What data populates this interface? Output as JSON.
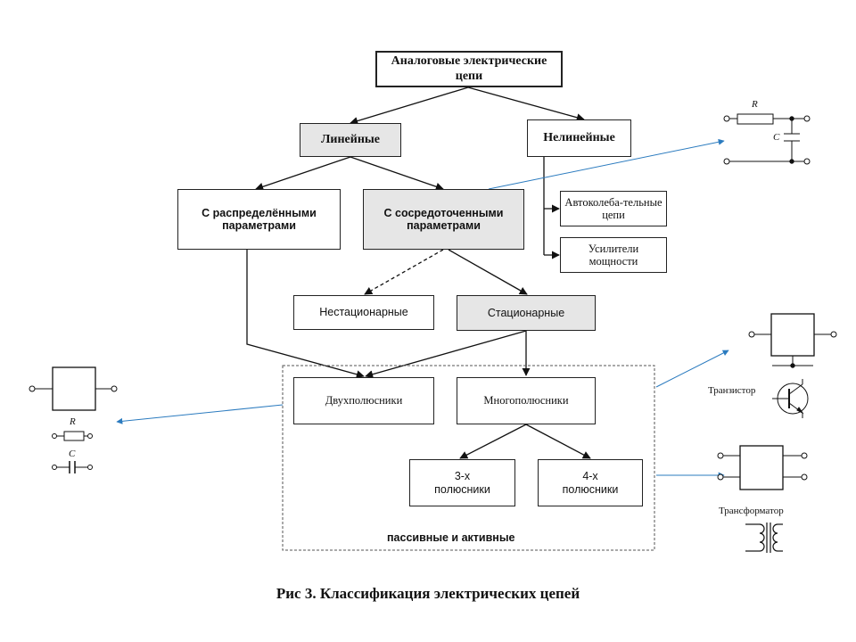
{
  "root": "Аналоговые электрические цепи",
  "linear": "Линейные",
  "nonlinear": "Нелинейные",
  "distributed": "С распределёнными параметрами",
  "lumped": "С сосредоточенными параметрами",
  "autoosc": "Автоколеба-тельные цепи",
  "amplifiers": "Усилители мощности",
  "nonstationary": "Нестационарные",
  "stationary": "Стационарные",
  "two_terminal": "Двухполюсники",
  "multi_terminal": "Многополюсники",
  "three_terminal": "3-х полюсники",
  "four_terminal": "4-х полюсники",
  "passive_active": "пассивные и активные",
  "r_label": "R",
  "c_label": "C",
  "transistor_label": "Транзистор",
  "transformer_label": "Трансформатор",
  "caption": "Рис 3. Классификация электрических цепей",
  "colors": {
    "line": "#111111",
    "accent": "#2b7bbf",
    "gray_fill": "#e6e6e6"
  }
}
